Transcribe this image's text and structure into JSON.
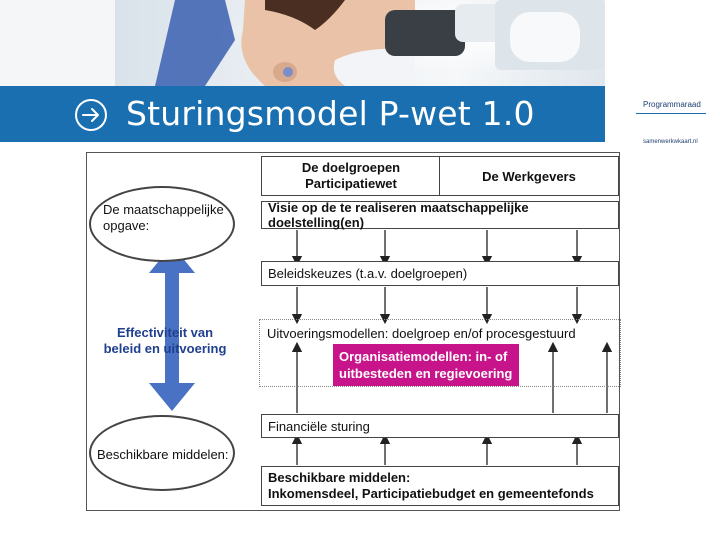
{
  "header": {
    "title": "Sturingsmodel P-wet 1.0",
    "brand_top": "Programmaraad",
    "brand_bottom": "samenwerkwkaart.nl",
    "accent_color": "#1a6fb0",
    "arrow_icon": "arrow-right-circle-icon"
  },
  "diagram": {
    "top_left": "De doelgroepen\nParticipatiewet",
    "top_right": "De Werkgevers",
    "visie": "Visie op de te realiseren maatschappelijke doelstelling(en)",
    "beleid": "Beleidskeuzes (t.a.v. doelgroepen)",
    "uitvoering": "Uitvoeringsmodellen: doelgroep en/of procesgestuurd",
    "organisatie": "Organisatiemodellen: in- of uitbesteden en regievoering",
    "financieel": "Financiële sturing",
    "middelen_box": "Beschikbare middelen:\nInkomensdeel, Participatiebudget en gemeentefonds",
    "ellipse_top": "De maatschappelijke\nopgave:",
    "ellipse_bottom": "Beschikbare middelen:",
    "effectiviteit": "Effectiviteit van\nbeleid en uitvoering",
    "magenta_color": "#c8148a",
    "arrow_color": "#4a72c4"
  }
}
